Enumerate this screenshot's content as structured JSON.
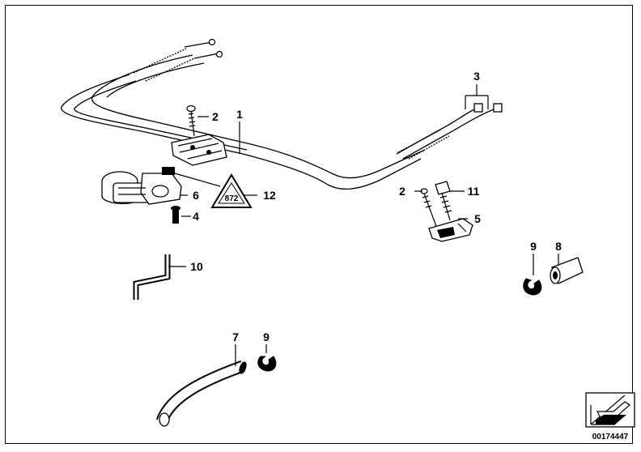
{
  "diagram": {
    "part_labels": {
      "p1": "1",
      "p2a": "2",
      "p2b": "2",
      "p3": "3",
      "p4": "4",
      "p5": "5",
      "p6": "6",
      "p7": "7",
      "p8": "8",
      "p9a": "9",
      "p9b": "9",
      "p10": "10",
      "p11": "11",
      "p12": "12"
    },
    "warning_sign_text": "872",
    "image_code": "00174447"
  }
}
